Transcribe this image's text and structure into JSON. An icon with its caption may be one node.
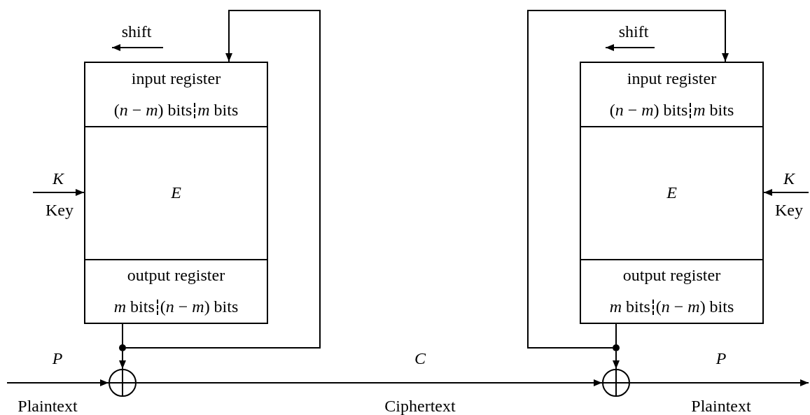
{
  "diagram": {
    "nodes": [
      {
        "text": [
          "input register",
          "(*n* − *m*) bits",
          "*m* bits"
        ]
      },
      {
        "text": [
          "E"
        ]
      },
      {
        "text": [
          "output register",
          "*m* bits",
          "(*n* − *m*) bits"
        ]
      },
      {
        "text": [],
        "shape": "circle"
      },
      {
        "text": [],
        "shape": "circle"
      },
      {
        "text": [
          "input register",
          "(*n* − *m*) bits",
          "*m* bits"
        ]
      },
      {
        "text": [
          "E"
        ]
      },
      {
        "text": [
          "output register",
          "*m* bits",
          "(*n* − *m*) bits"
        ]
      },
      {
        "text": [],
        "shape": "circle"
      },
      {
        "text": [],
        "shape": "circle"
      }
    ],
    "edges": [
      {
        "from": 2,
        "to": 3,
        "arrow": "none"
      },
      {
        "from": 3,
        "to": 4,
        "arrow": "to"
      },
      {
        "from": 3,
        "to": 0,
        "arrow": "to"
      },
      {
        "from": null,
        "to": 4,
        "arrow": "to"
      },
      {
        "from": null,
        "to": 1,
        "arrow": "to"
      },
      {
        "from": 4,
        "to": 9,
        "arrow": "to"
      },
      {
        "from": 7,
        "to": 8,
        "arrow": "none"
      },
      {
        "from": 8,
        "to": 9,
        "arrow": "to"
      },
      {
        "from": 8,
        "to": 5,
        "arrow": "to"
      },
      {
        "from": null,
        "to": 6,
        "arrow": "to"
      },
      {
        "from": 9,
        "to": null,
        "arrow": "to"
      }
    ],
    "labels": [
      "shift",
      "shift",
      "K",
      "Key",
      "K",
      "Key",
      "P",
      "C",
      "P",
      "Plaintext",
      "Ciphertext",
      "Plaintext"
    ]
  }
}
